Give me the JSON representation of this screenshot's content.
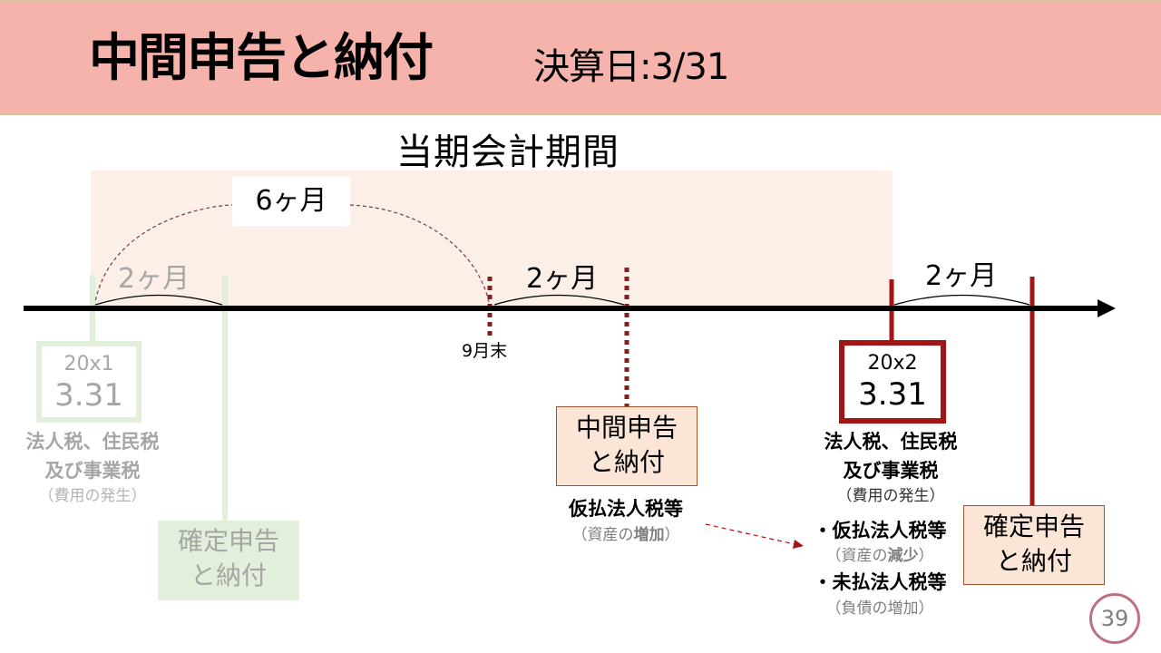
{
  "header": {
    "title": "中間申告と納付",
    "subtitle": "決算日:3/31",
    "background_color": "#f6b3ab"
  },
  "period": {
    "label": "当期会計期間",
    "six_months_label": "6ヶ月",
    "background_color": "#fbefe8"
  },
  "timeline": {
    "span_prior_label": "2ヶ月",
    "span_interim_label": "2ヶ月",
    "span_current_label": "2ヶ月",
    "sept_end_label": "9月末"
  },
  "prior_year": {
    "year": "20x1",
    "date": "3.31",
    "tax_line1": "法人税、住民税",
    "tax_line2": "及び事業税",
    "tax_note": "（費用の発生）",
    "filing_line1": "確定申告",
    "filing_line2": "と納付",
    "accent_color": "#e2efda"
  },
  "interim": {
    "filing_line1": "中間申告",
    "filing_line2": "と納付",
    "account": "仮払法人税等",
    "account_note_prefix": "（資産の",
    "account_note_bold": "増加",
    "account_note_suffix": "）",
    "accent_color": "#8b1a1a"
  },
  "current_year": {
    "year": "20x2",
    "date": "3.31",
    "tax_line1": "法人税、住民税",
    "tax_line2": "及び事業税",
    "tax_note": "（費用の発生）",
    "item1": "・仮払法人税等",
    "item1_note_prefix": "（資産の",
    "item1_note_bold": "減少",
    "item1_note_suffix": "）",
    "item2": "・未払法人税等",
    "item2_note": "（負債の増加）",
    "filing_line1": "確定申告",
    "filing_line2": "と納付",
    "accent_color": "#a31515"
  },
  "footer": {
    "page_number": "39"
  }
}
